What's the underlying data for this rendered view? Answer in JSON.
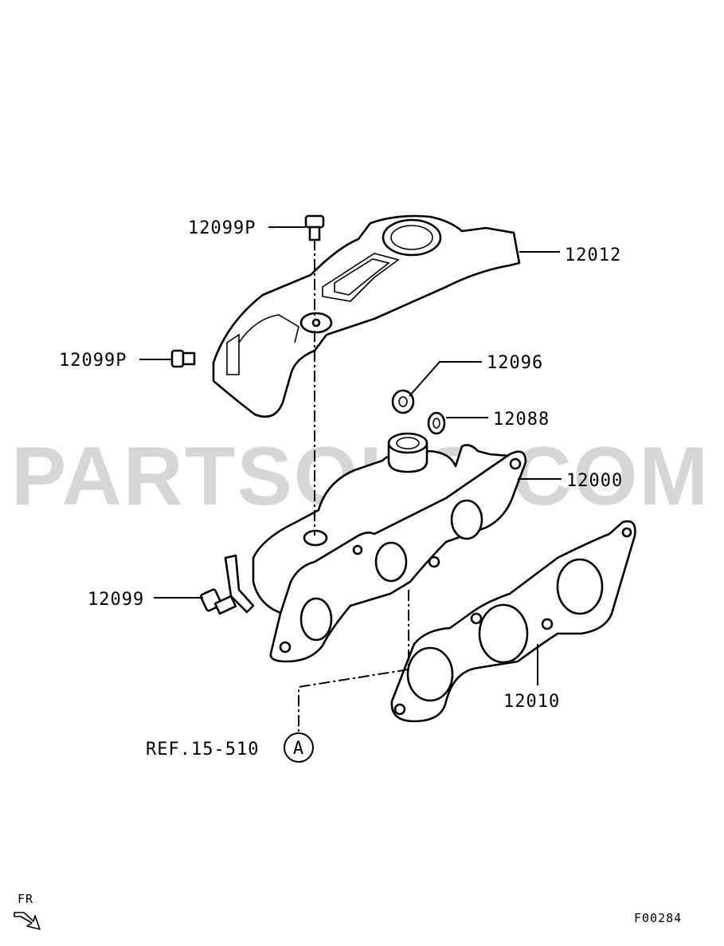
{
  "watermark": "PARTSOUQ.COM",
  "callouts": {
    "heat_shield": "12012",
    "bolt_top": "12099P",
    "bolt_side": "12099P",
    "nut": "12096",
    "washer": "12088",
    "manifold": "12000",
    "bolt_lower": "12099",
    "gasket": "12010"
  },
  "reference": {
    "text": "REF.15-510",
    "marker": "A"
  },
  "direction": "FR",
  "figure_code": "F00284"
}
